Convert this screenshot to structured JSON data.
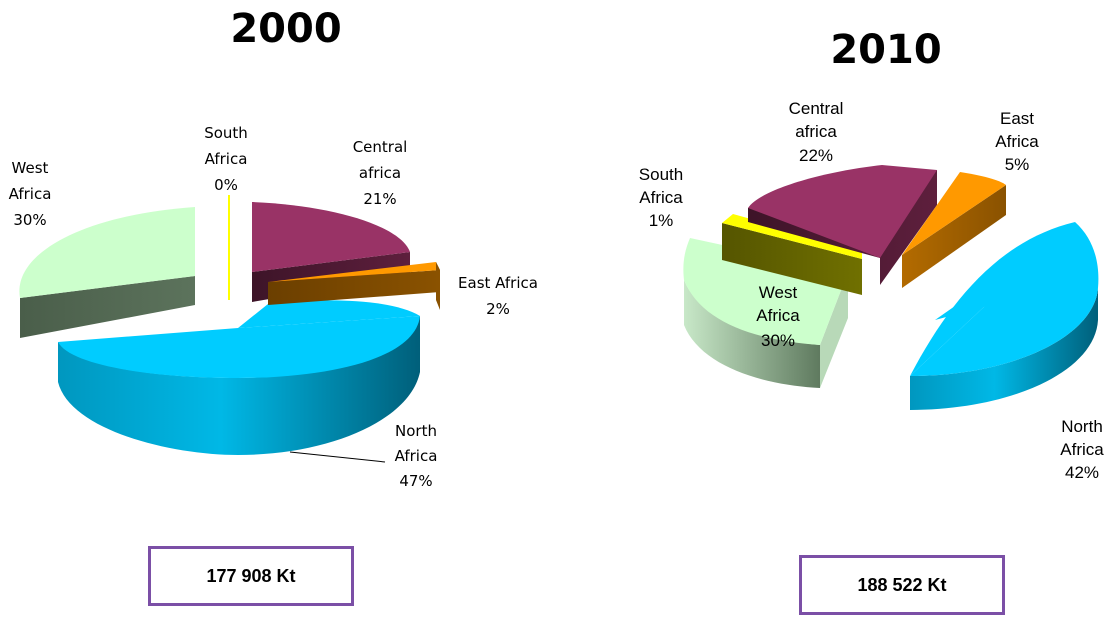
{
  "chart_data": [
    {
      "type": "pie",
      "title": "2000",
      "categories": [
        "North Africa",
        "West Africa",
        "South Africa",
        "Central africa",
        "East Africa"
      ],
      "values": [
        47,
        30,
        0,
        21,
        2
      ],
      "labels": [
        {
          "lines": [
            "North",
            "Africa",
            "47%"
          ]
        },
        {
          "lines": [
            "West",
            "Africa",
            "30%"
          ]
        },
        {
          "lines": [
            "South",
            "Africa",
            "0%"
          ]
        },
        {
          "lines": [
            "Central",
            "africa",
            "21%"
          ]
        },
        {
          "lines": [
            "East Africa",
            "2%"
          ]
        }
      ],
      "colors": [
        "#00ccff",
        "#ccffcc",
        "#ffff00",
        "#993366",
        "#ff9900"
      ],
      "total": "177 908 Kt",
      "style": "3d-exploded"
    },
    {
      "type": "pie",
      "title": "2010",
      "categories": [
        "North Africa",
        "West Africa",
        "South Africa",
        "Central africa",
        "East Africa"
      ],
      "values": [
        42,
        30,
        1,
        22,
        5
      ],
      "labels": [
        {
          "lines": [
            "North",
            "Africa",
            "42%"
          ]
        },
        {
          "lines": [
            "West",
            "Africa",
            "30%"
          ]
        },
        {
          "lines": [
            "South",
            "Africa",
            "1%"
          ]
        },
        {
          "lines": [
            "Central",
            "africa",
            "22%"
          ]
        },
        {
          "lines": [
            "East",
            "Africa",
            "5%"
          ]
        }
      ],
      "colors": [
        "#00ccff",
        "#ccffcc",
        "#ffff00",
        "#993366",
        "#ff9900"
      ],
      "total": "188 522 Kt",
      "style": "3d-exploded"
    }
  ]
}
